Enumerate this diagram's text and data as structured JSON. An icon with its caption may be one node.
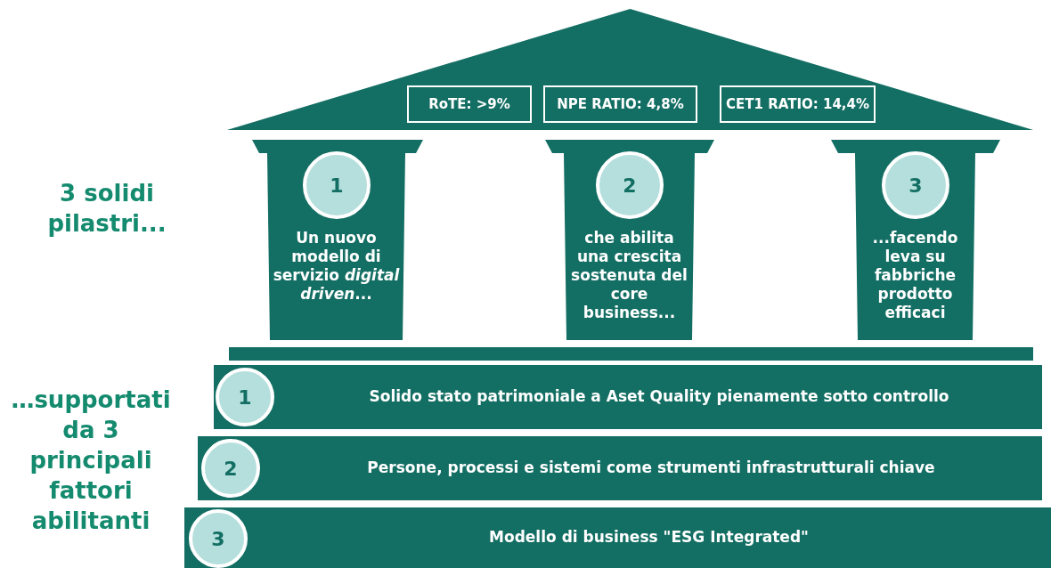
{
  "diagram": {
    "nodes": [
      {
        "text": [],
        "shape": "triangle"
      },
      {
        "text": [
          "RoTE: >9%"
        ],
        "in": 0
      },
      {
        "text": [
          "NPE RATIO: 4,8%"
        ],
        "in": 0
      },
      {
        "text": [
          "CET1 RATIO: 14,4%"
        ],
        "in": 0
      },
      {
        "text": [
          "Un nuovo modello di servizio *digital driven*..."
        ]
      },
      {
        "text": [
          "1"
        ],
        "in": 4
      },
      {
        "text": [
          "che abilita una crescita sostenuta del core business..."
        ]
      },
      {
        "text": [
          "2"
        ],
        "in": 6
      },
      {
        "text": [
          "...facendo leva su fabbriche prodotto efficaci"
        ]
      },
      {
        "text": [
          "3"
        ],
        "in": 8
      },
      {
        "text": [],
        "shape": "bar"
      },
      {
        "text": [
          "Solido stato patrimoniale a Aset Quality pienamente sotto controllo"
        ]
      },
      {
        "text": [
          "1"
        ],
        "in": 11
      },
      {
        "text": [
          "Persone, processi e sistemi come strumenti infrastrutturali chiave"
        ]
      },
      {
        "text": [
          "2"
        ],
        "in": 13
      },
      {
        "text": [
          "Modello di business \"ESG Integrated\""
        ]
      },
      {
        "text": [
          "3"
        ],
        "in": 15
      }
    ],
    "edges": [],
    "labels": [
      "3 solidi pilastri...",
      "…supportati da 3 principali fattori abilitanti"
    ]
  }
}
